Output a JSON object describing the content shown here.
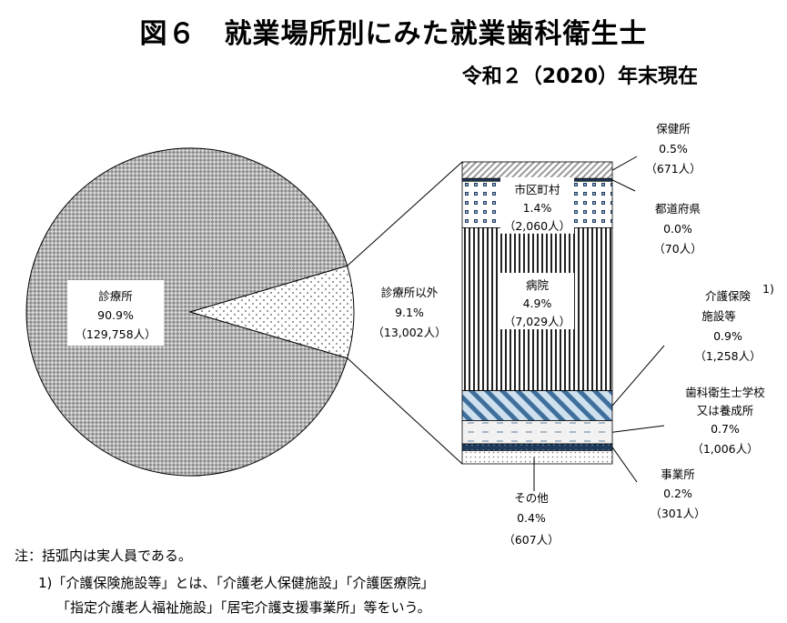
{
  "header": {
    "title": "図６　就業場所別にみた就業歯科衛生士",
    "subtitle": "令和２（2020）年末現在"
  },
  "chart_data": [
    {
      "type": "pie",
      "categories": [
        "診療所",
        "診療所以外"
      ],
      "values": [
        90.9,
        9.1
      ],
      "counts": [
        "129,758人",
        "13,002人"
      ],
      "labels": [
        {
          "name": "診療所",
          "pct": "90.9%",
          "count": "（129,758人）"
        },
        {
          "name": "診療所以外",
          "pct": "9.1%",
          "count": "（13,002人）"
        }
      ],
      "unit": "%"
    },
    {
      "type": "bar",
      "stacked": true,
      "orientation": "vertical",
      "categories": [
        "保健所",
        "都道府県",
        "市区町村",
        "病院",
        "介護保険施設等",
        "歯科衛生士学校又は養成所",
        "事業所",
        "その他"
      ],
      "values": [
        0.5,
        0.0,
        1.4,
        4.9,
        0.9,
        0.7,
        0.2,
        0.4
      ],
      "counts": [
        671,
        70,
        2060,
        7029,
        1258,
        1006,
        301,
        607
      ],
      "labels": [
        {
          "name": "保健所",
          "pct": "0.5%",
          "count": "（671人）"
        },
        {
          "name": "都道府県",
          "pct": "0.0%",
          "count": "（70人）"
        },
        {
          "name": "市区町村",
          "pct": "1.4%",
          "count": "（2,060人）"
        },
        {
          "name": "病院",
          "pct": "4.9%",
          "count": "（7,029人）"
        },
        {
          "name": "介護保険",
          "name2": "施設等",
          "sup": "1)",
          "pct": "0.9%",
          "count": "（1,258人）"
        },
        {
          "name": "歯科衛生士学校",
          "name2": "又は養成所",
          "pct": "0.7%",
          "count": "（1,006人）"
        },
        {
          "name": "事業所",
          "pct": "0.2%",
          "count": "（301人）"
        },
        {
          "name": "その他",
          "pct": "0.4%",
          "count": "（607人）"
        }
      ],
      "unit": "%"
    }
  ],
  "notes": {
    "line1": "注：括弧内は実人員である。",
    "line2": "1)「介護保険施設等」とは、「介護老人保健施設」「介護医療院」",
    "line3": "「指定介護老人福祉施設」「居宅介護支援事業所」等をいう。"
  }
}
